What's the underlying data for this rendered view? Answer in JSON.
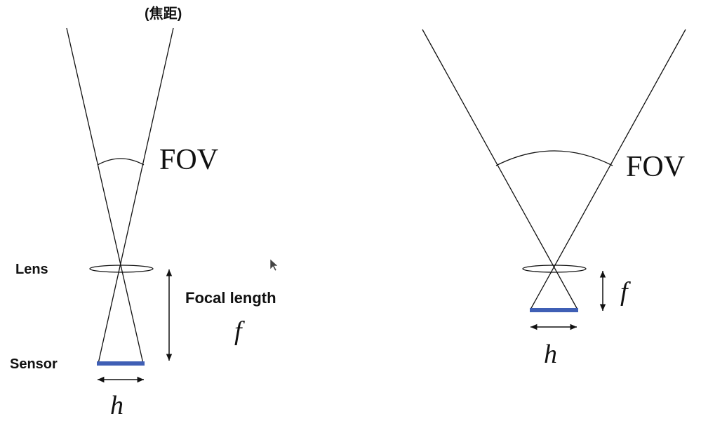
{
  "colors": {
    "background": "#ffffff",
    "line": "#111111",
    "sensor": "#3f5fb5",
    "cursor": "#444444"
  },
  "left_diagram": {
    "annotation": "(焦距)",
    "fov_label": "FOV",
    "lens_label": "Lens",
    "focal_length_label": "Focal length",
    "focal_symbol": "f",
    "sensor_label": "Sensor",
    "sensor_size_symbol": "h"
  },
  "right_diagram": {
    "fov_label": "FOV",
    "focal_symbol": "f",
    "sensor_size_symbol": "h"
  },
  "icons": {
    "cursor": "mouse-pointer-icon",
    "arrow": "double-headed-arrow-icon"
  }
}
